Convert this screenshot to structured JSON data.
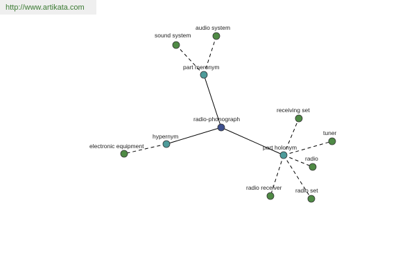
{
  "header": {
    "url": "http://www.artikata.com"
  },
  "colors": {
    "center_node": "#3d4f8e",
    "relation_node": "#4e9b9a",
    "leaf_node": "#4f8a45",
    "link_text": "#3a7a32"
  },
  "graph": {
    "center": {
      "id": "radio-phonograph",
      "label": "radio-phonograph",
      "kind": "center"
    },
    "relations": [
      {
        "id": "part-meronym",
        "label": "part meronym",
        "kind": "relation"
      },
      {
        "id": "hypernym",
        "label": "hypernym",
        "kind": "relation"
      },
      {
        "id": "part-holonym",
        "label": "part holonym",
        "kind": "relation"
      }
    ],
    "terms": [
      {
        "id": "sound-system",
        "label": "sound system",
        "relation": "part-meronym"
      },
      {
        "id": "audio-system",
        "label": "audio system",
        "relation": "part-meronym"
      },
      {
        "id": "electronic-equipment",
        "label": "electronic equipment",
        "relation": "hypernym"
      },
      {
        "id": "receiving-set",
        "label": "receiving set",
        "relation": "part-holonym"
      },
      {
        "id": "tuner",
        "label": "tuner",
        "relation": "part-holonym"
      },
      {
        "id": "radio",
        "label": "radio",
        "relation": "part-holonym"
      },
      {
        "id": "radio-set",
        "label": "radio set",
        "relation": "part-holonym"
      },
      {
        "id": "radio-receiver",
        "label": "radio receiver",
        "relation": "part-holonym"
      }
    ]
  }
}
